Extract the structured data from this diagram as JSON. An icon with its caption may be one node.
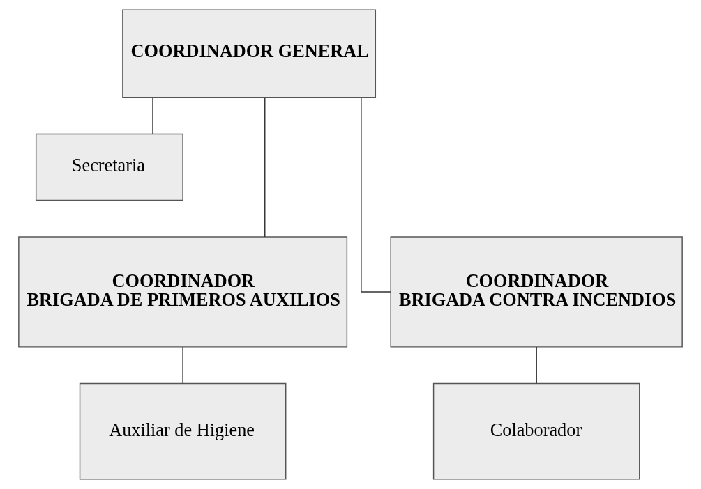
{
  "diagram": {
    "nodes": [
      {
        "text": [
          "COORDINADOR GENERAL"
        ]
      },
      {
        "text": [
          "Secretaria"
        ]
      },
      {
        "text": [
          "COORDINADOR",
          "BRIGADA DE PRIMEROS AUXILIOS"
        ]
      },
      {
        "text": [
          "COORDINADOR",
          "BRIGADA CONTRA INCENDIOS"
        ]
      },
      {
        "text": [
          "Auxiliar de Higiene"
        ]
      },
      {
        "text": [
          "Colaborador"
        ]
      }
    ],
    "edges": [
      {
        "from": 0,
        "to": 1,
        "arrow": "none"
      },
      {
        "from": 0,
        "to": 2,
        "arrow": "none"
      },
      {
        "from": 0,
        "to": 3,
        "arrow": "none"
      },
      {
        "from": 2,
        "to": 4,
        "arrow": "none"
      },
      {
        "from": 3,
        "to": 5,
        "arrow": "none"
      }
    ]
  }
}
